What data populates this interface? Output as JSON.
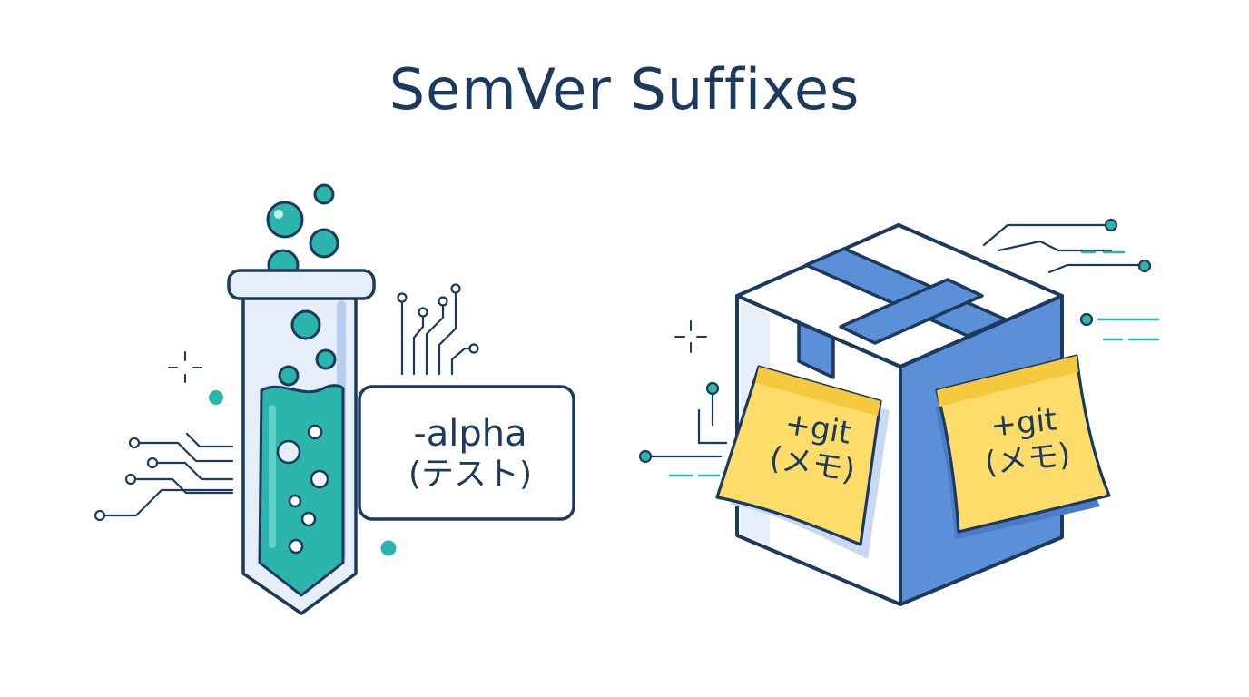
{
  "title": "SemVer Suffixes",
  "prerelease_tag": {
    "line1": "-alpha",
    "line2": "(テスト)"
  },
  "build_notes": [
    {
      "line1": "+git",
      "line2": "(メモ)"
    },
    {
      "line1": "+git",
      "line2": "(メモ)"
    }
  ],
  "colors": {
    "outline": "#1b3a5e",
    "liquid": "#2bb5ad",
    "tube_glass": "#e6eef9",
    "box_blue": "#5b8fd8",
    "note_yellow": "#fddc6a",
    "accent_teal": "#2bb5ad"
  },
  "icons": [
    "test-tube-icon",
    "package-box-icon",
    "sticky-note-icon",
    "circuit-trace-icon",
    "sparkle-icon"
  ]
}
